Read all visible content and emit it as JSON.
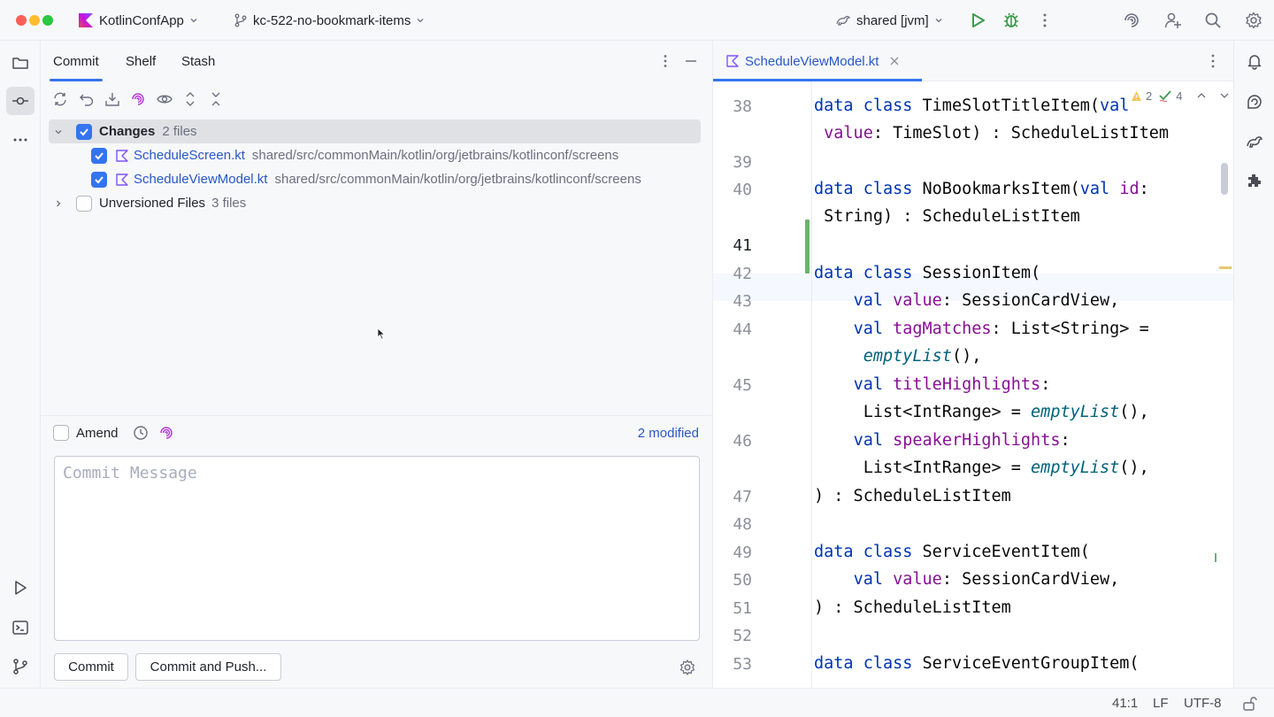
{
  "titlebar": {
    "project": "KotlinConfApp",
    "branch": "kc-522-no-bookmark-items",
    "run_config": "shared [jvm]"
  },
  "commit_panel": {
    "tabs": [
      "Commit",
      "Shelf",
      "Stash"
    ],
    "changes": {
      "label": "Changes",
      "count": "2 files"
    },
    "files": [
      {
        "name": "ScheduleScreen.kt",
        "path": "shared/src/commonMain/kotlin/org/jetbrains/kotlinconf/screens"
      },
      {
        "name": "ScheduleViewModel.kt",
        "path": "shared/src/commonMain/kotlin/org/jetbrains/kotlinconf/screens"
      }
    ],
    "unversioned": {
      "label": "Unversioned Files",
      "count": "3 files"
    },
    "amend_label": "Amend",
    "modified_link": "2 modified",
    "message_placeholder": "Commit Message",
    "commit_button": "Commit",
    "commit_push_button": "Commit and Push..."
  },
  "editor": {
    "tab_title": "ScheduleViewModel.kt",
    "warnings": "2",
    "checks": "4",
    "line_numbers": [
      "38",
      "39",
      "40",
      "41",
      "42",
      "43",
      "44",
      "45",
      "46",
      "47",
      "48",
      "49",
      "50",
      "51",
      "52",
      "53"
    ],
    "current_line": "41"
  },
  "statusbar": {
    "position": "41:1",
    "line_separator": "LF",
    "encoding": "UTF-8"
  },
  "colors": {
    "accent": "#3574f0",
    "keyword": "#0033b3",
    "property": "#871094",
    "function": "#00627a",
    "changed_line": "#6cb26f"
  }
}
